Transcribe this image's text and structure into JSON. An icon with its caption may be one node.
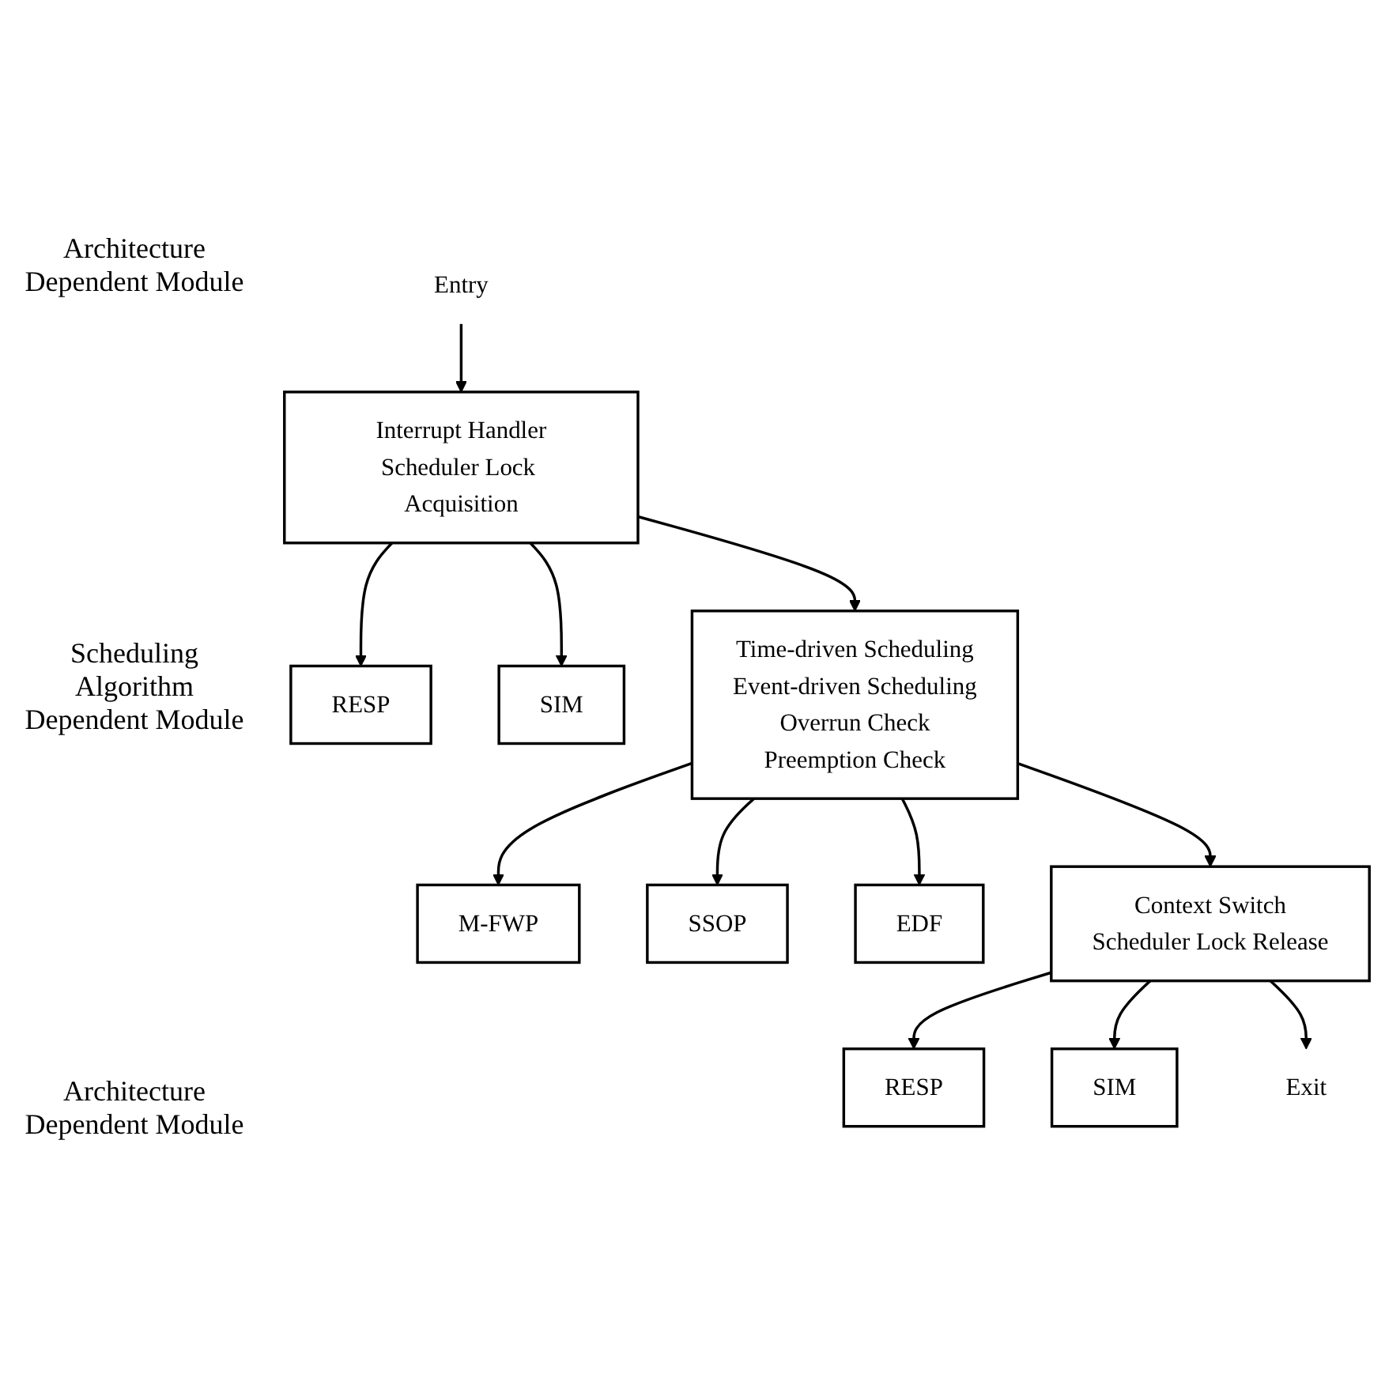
{
  "diagram": {
    "nodes": [
      {
        "text": [
          "Entry"
        ]
      },
      {
        "text": [
          "Interrupt Handler",
          "Scheduler Lock Acquisition"
        ]
      },
      {
        "text": [
          "RESP"
        ]
      },
      {
        "text": [
          "SIM"
        ]
      },
      {
        "text": [
          "Time-driven Scheduling",
          "Event-driven Scheduling",
          "Overrun Check",
          "Preemption Check"
        ]
      },
      {
        "text": [
          "M-FWP"
        ]
      },
      {
        "text": [
          "SSOP"
        ]
      },
      {
        "text": [
          "EDF"
        ]
      },
      {
        "text": [
          "Context Switch",
          "Scheduler Lock Release"
        ]
      },
      {
        "text": [
          "RESP"
        ]
      },
      {
        "text": [
          "SIM"
        ]
      },
      {
        "text": [
          "Exit"
        ]
      }
    ],
    "edges": [
      {
        "from": 0,
        "to": 1,
        "arrow": "to"
      },
      {
        "from": 1,
        "to": 2,
        "arrow": "to"
      },
      {
        "from": 1,
        "to": 3,
        "arrow": "to"
      },
      {
        "from": 1,
        "to": 4,
        "arrow": "to"
      },
      {
        "from": 4,
        "to": 5,
        "arrow": "to"
      },
      {
        "from": 4,
        "to": 6,
        "arrow": "to"
      },
      {
        "from": 4,
        "to": 7,
        "arrow": "to"
      },
      {
        "from": 4,
        "to": 8,
        "arrow": "to"
      },
      {
        "from": 8,
        "to": 9,
        "arrow": "to"
      },
      {
        "from": 8,
        "to": 10,
        "arrow": "to"
      },
      {
        "from": 8,
        "to": 11,
        "arrow": "to"
      }
    ],
    "labels": [
      "Architecture Dependent Module",
      "Scheduling Algorithm Dependent Module",
      "Architecture Dependent Module"
    ]
  }
}
